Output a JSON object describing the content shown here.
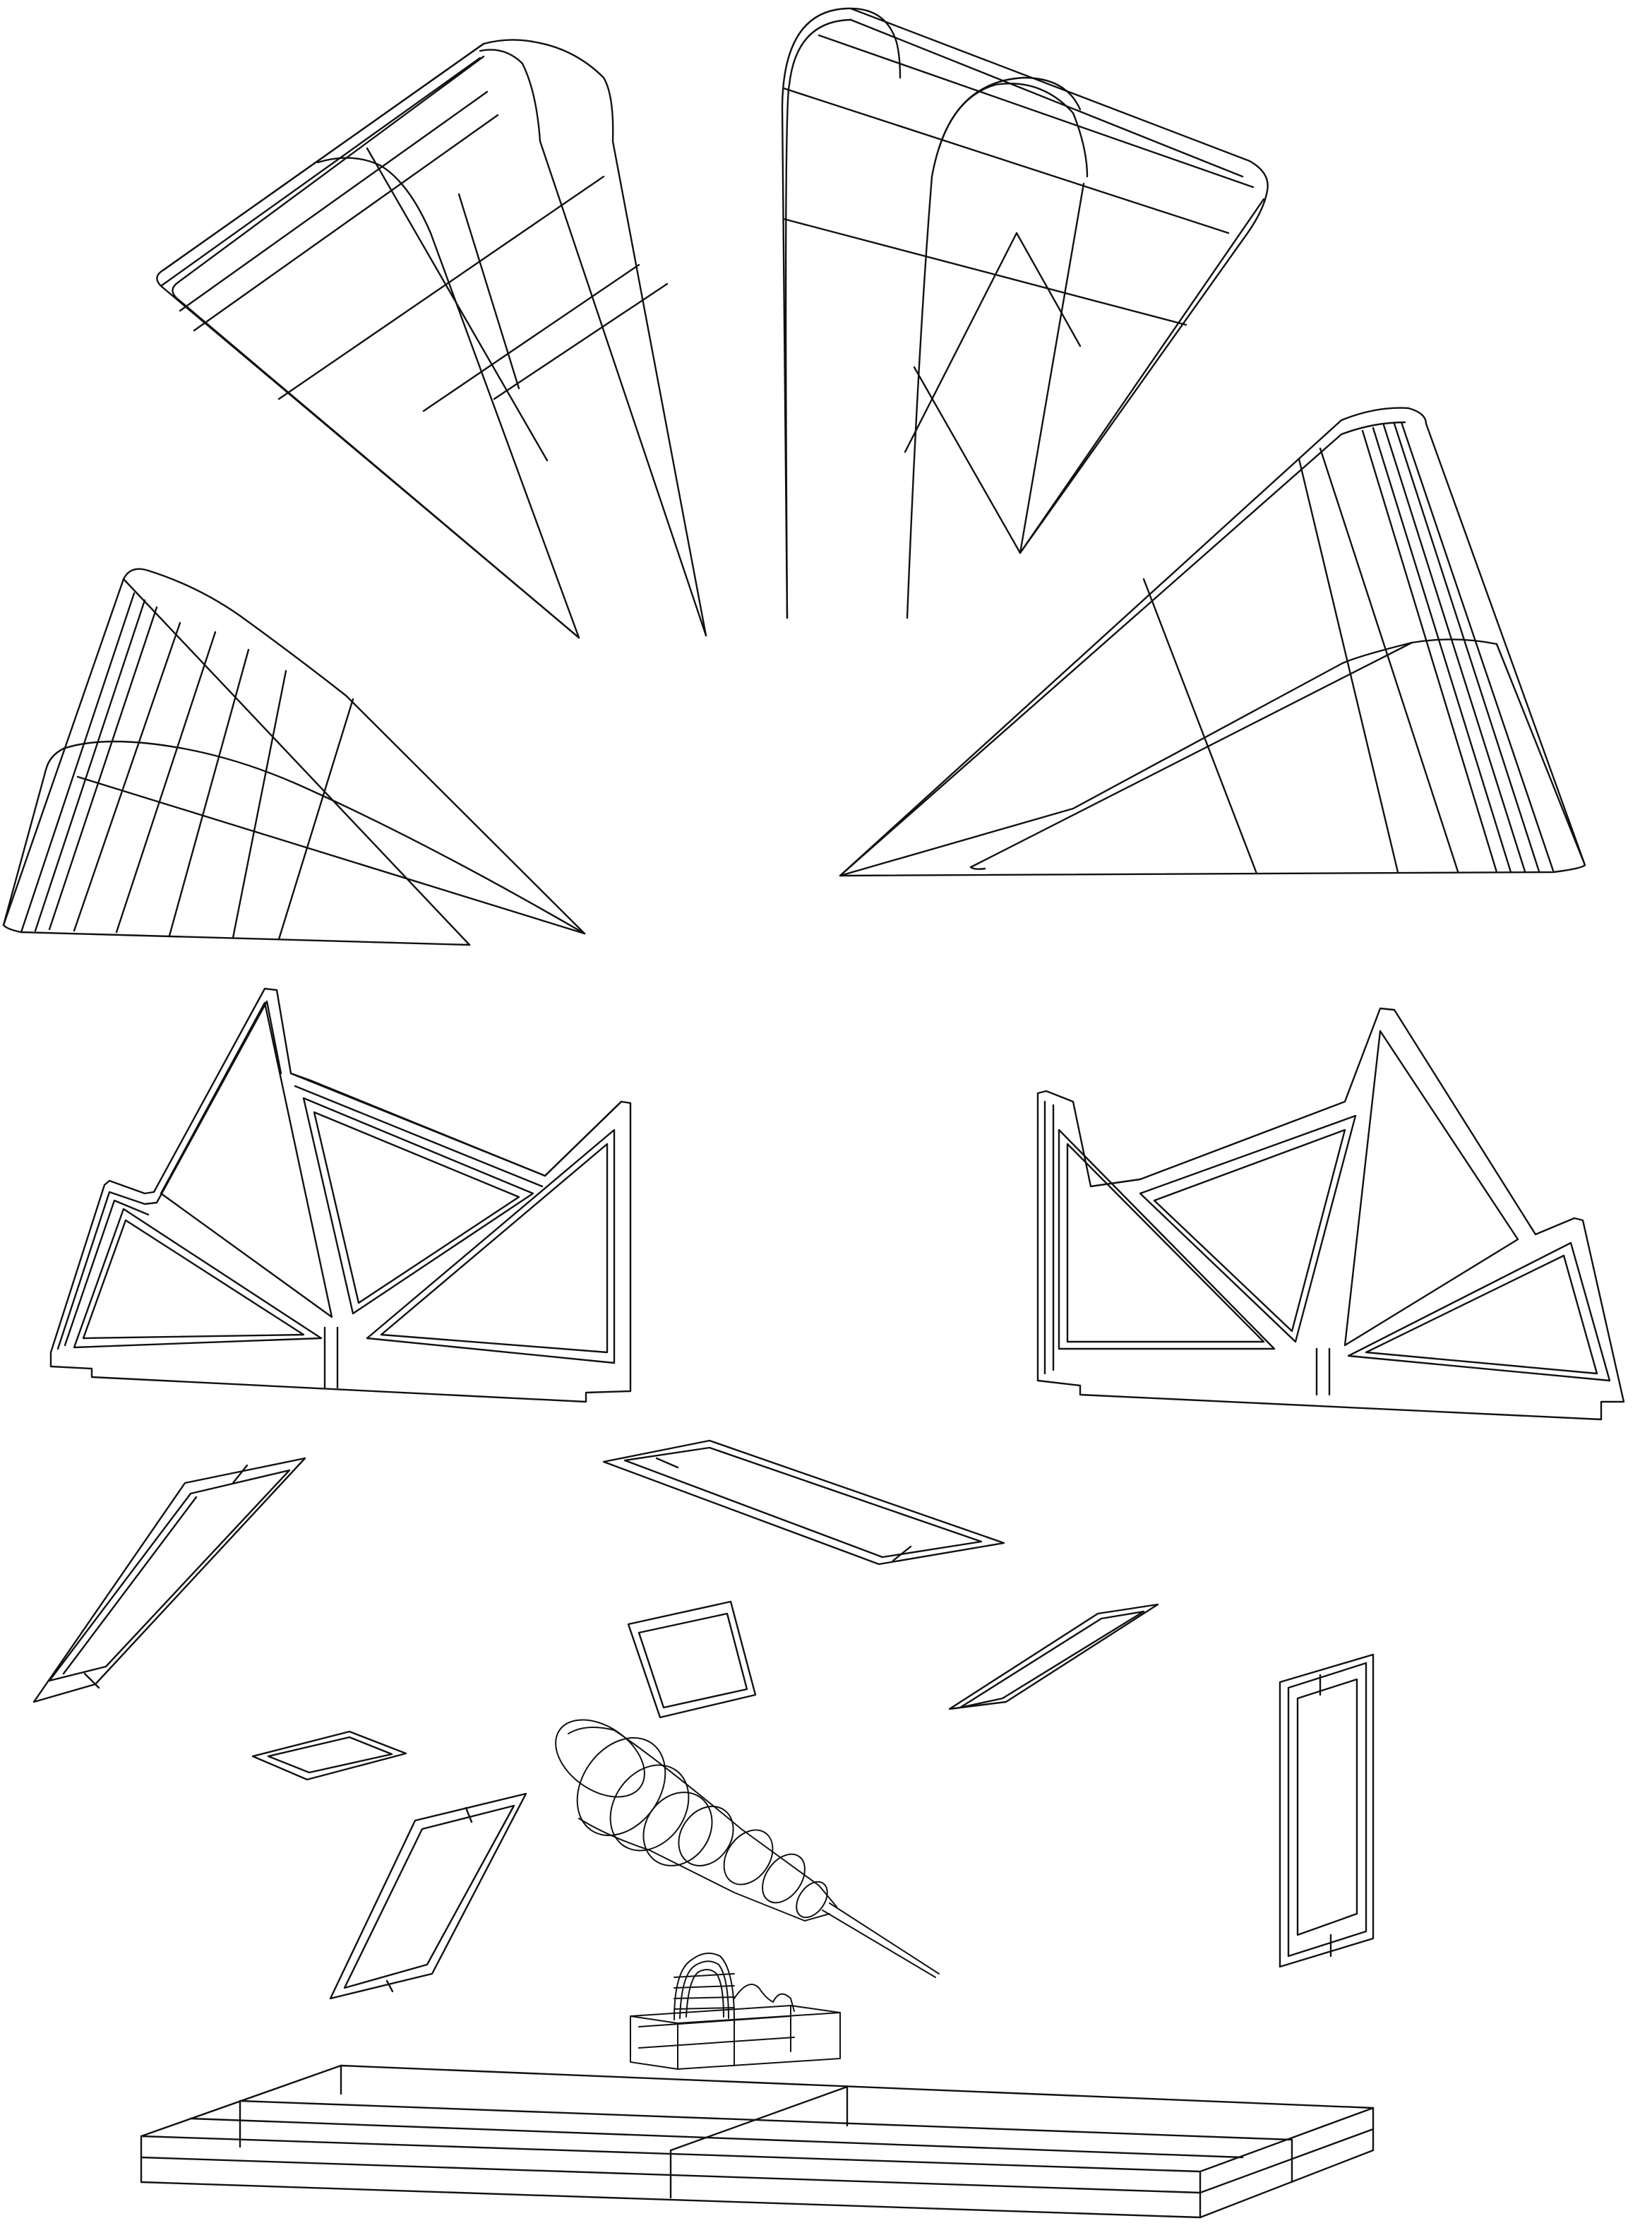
{
  "drawing": {
    "style": "black line wireframe on white, exploded axonometric",
    "colors": {
      "line": "#111111",
      "background": "#ffffff"
    },
    "components": [
      {
        "name": "sail-shell-top-left"
      },
      {
        "name": "sail-shell-top-right"
      },
      {
        "name": "sail-shell-middle-left"
      },
      {
        "name": "sail-shell-middle-right"
      },
      {
        "name": "truss-frame-left"
      },
      {
        "name": "truss-frame-right"
      },
      {
        "name": "panel-frame-large-left"
      },
      {
        "name": "panel-frame-long-top"
      },
      {
        "name": "panel-frame-small-square"
      },
      {
        "name": "panel-frame-diamond-right"
      },
      {
        "name": "panel-frame-small-left"
      },
      {
        "name": "panel-frame-tall-right"
      },
      {
        "name": "panel-frame-bottom-left"
      },
      {
        "name": "rocket-shape-object"
      },
      {
        "name": "wave-sculpture-box"
      },
      {
        "name": "base-platform"
      }
    ]
  }
}
